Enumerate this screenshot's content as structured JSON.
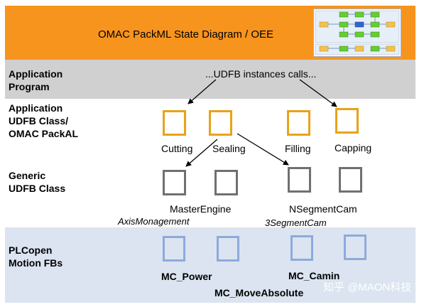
{
  "header": {
    "title": "OMAC PackML State Diagram / OEE"
  },
  "layers": {
    "application_program": "Application\nProgram",
    "application_udfb": "Application\nUDFB Class/\nOMAC PackAL",
    "generic_udfb": "Generic\nUDFB Class",
    "plcopen": "PLCopen\nMotion FBs"
  },
  "calls_label": "...UDFB instances calls...",
  "app_udfbs": [
    "Cutting",
    "Sealing",
    "Filling",
    "Capping"
  ],
  "generic_udfbs": [
    "MasterEngine",
    "NSegmentCam"
  ],
  "generic_notes": [
    "AxisMonagement",
    "3SegmentCam"
  ],
  "motion_fbs": [
    "MC_Power",
    "MC_Camin",
    "MC_MoveAbsolute"
  ],
  "watermark": "知乎 @MAON科技",
  "colors": {
    "oee": "#f7941d",
    "app": "#d0d0d0",
    "plc": "#dbe4f0",
    "orange_box": "#e8a317",
    "gray_box": "#707070",
    "blue_box": "#8eaadb"
  }
}
